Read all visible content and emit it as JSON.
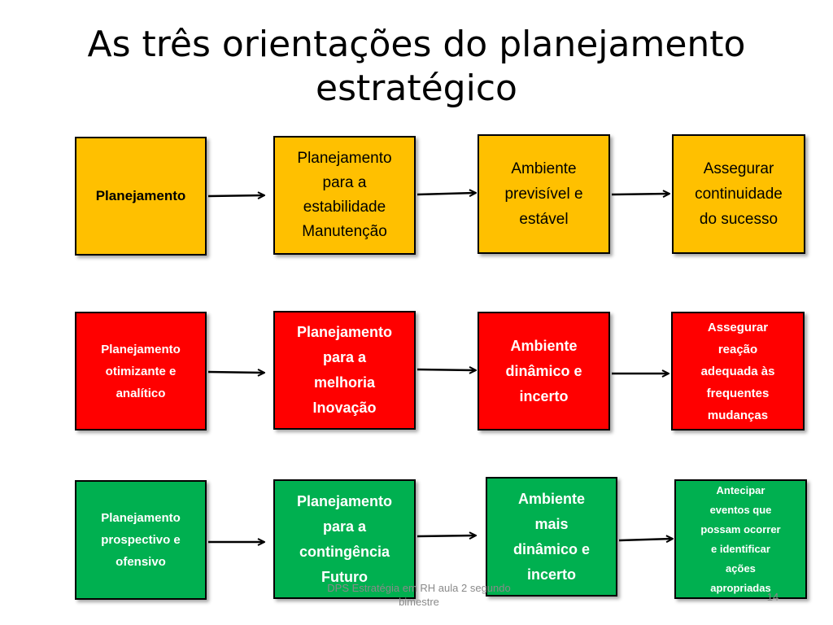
{
  "title": "As três orientações do planejamento\nestratégico",
  "rows": [
    {
      "boxes": [
        "Planejamento",
        "Planejamento\npara a\nestabilidade\nManutenção",
        "Ambiente\nprevisível e\nestável",
        "Assegurar\ncontinuidade\ndo sucesso"
      ]
    },
    {
      "boxes": [
        "Planejamento\notimizante e\nanalítico",
        "Planejamento\npara a\nmelhoria\nInovação",
        "Ambiente\ndinâmico e\nincerto",
        "Assegurar\nreação\nadequada às\nfrequentes\nmudanças"
      ]
    },
    {
      "boxes": [
        "Planejamento\nprospectivo e\nofensivo",
        "Planejamento\npara a\ncontingência\nFuturo",
        "Ambiente\nmais\ndinâmico e\nincerto",
        "Antecipar\neventos que\npossam ocorrer\ne identificar\nações\napropriadas"
      ]
    }
  ],
  "colors": {
    "yellow": "#FFC000",
    "red": "#FF0000",
    "green": "#00B050"
  },
  "footer": "DPS Estratégia em RH aula 2 segundo\nbimestre",
  "page_number": "14"
}
